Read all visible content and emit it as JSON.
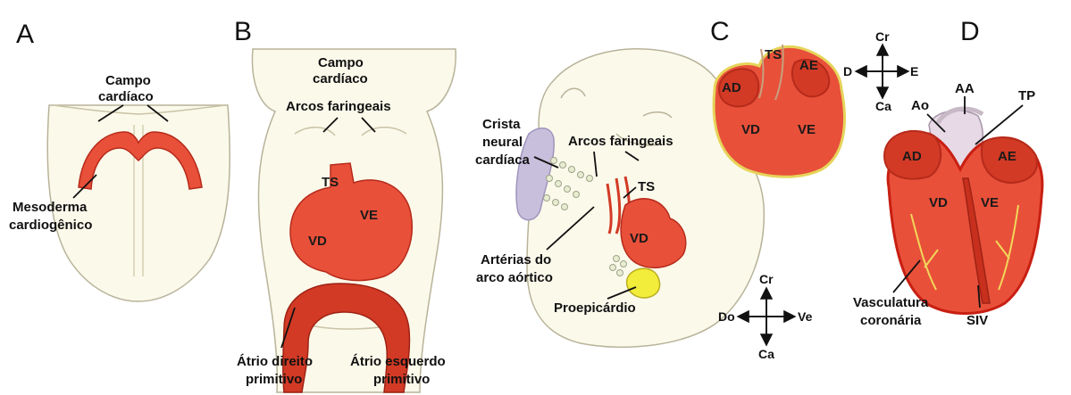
{
  "panels": {
    "a": {
      "letter": "A",
      "campo_line1": "Campo",
      "campo_line2": "cardíaco",
      "meso_line1": "Mesoderma",
      "meso_line2": "cardiogênico"
    },
    "b": {
      "letter": "B",
      "campo_line1": "Campo",
      "campo_line2": "cardíaco",
      "arcos": "Arcos faringeais",
      "ts": "TS",
      "ve": "VE",
      "vd": "VD",
      "atrio_dir_line1": "Átrio direito",
      "atrio_dir_line2": "primitivo",
      "atrio_esq_line1": "Átrio esquerdo",
      "atrio_esq_line2": "primitivo"
    },
    "c": {
      "letter": "C",
      "crista_line1": "Crista",
      "crista_line2": "neural",
      "crista_line3": "cardíaca",
      "arcos": "Arcos faringeais",
      "ts": "TS",
      "vd": "VD",
      "arterias_line1": "Artérias do",
      "arterias_line2": "arco aórtico",
      "proepi": "Proepicárdio",
      "inset_ts": "TS",
      "inset_ad": "AD",
      "inset_ae": "AE",
      "inset_vd": "VD",
      "inset_ve": "VE",
      "axes": {
        "up": "Cr",
        "down": "Ca",
        "left": "Do",
        "right": "Ve"
      }
    },
    "d": {
      "letter": "D",
      "aa": "AA",
      "ao": "Ao",
      "tp": "TP",
      "ad": "AD",
      "ae": "AE",
      "vd": "VD",
      "ve": "VE",
      "vasc_line1": "Vasculatura",
      "vasc_line2": "coronária",
      "siv": "SIV",
      "axes": {
        "up": "Cr",
        "down": "Ca",
        "left": "D",
        "right": "E"
      }
    }
  },
  "colors": {
    "heart": "#e8503a",
    "heart_dark": "#d23a25",
    "skin": "#fbf9ea",
    "crest": "#c7bfdc",
    "proepicardium": "#f2ec3a"
  }
}
